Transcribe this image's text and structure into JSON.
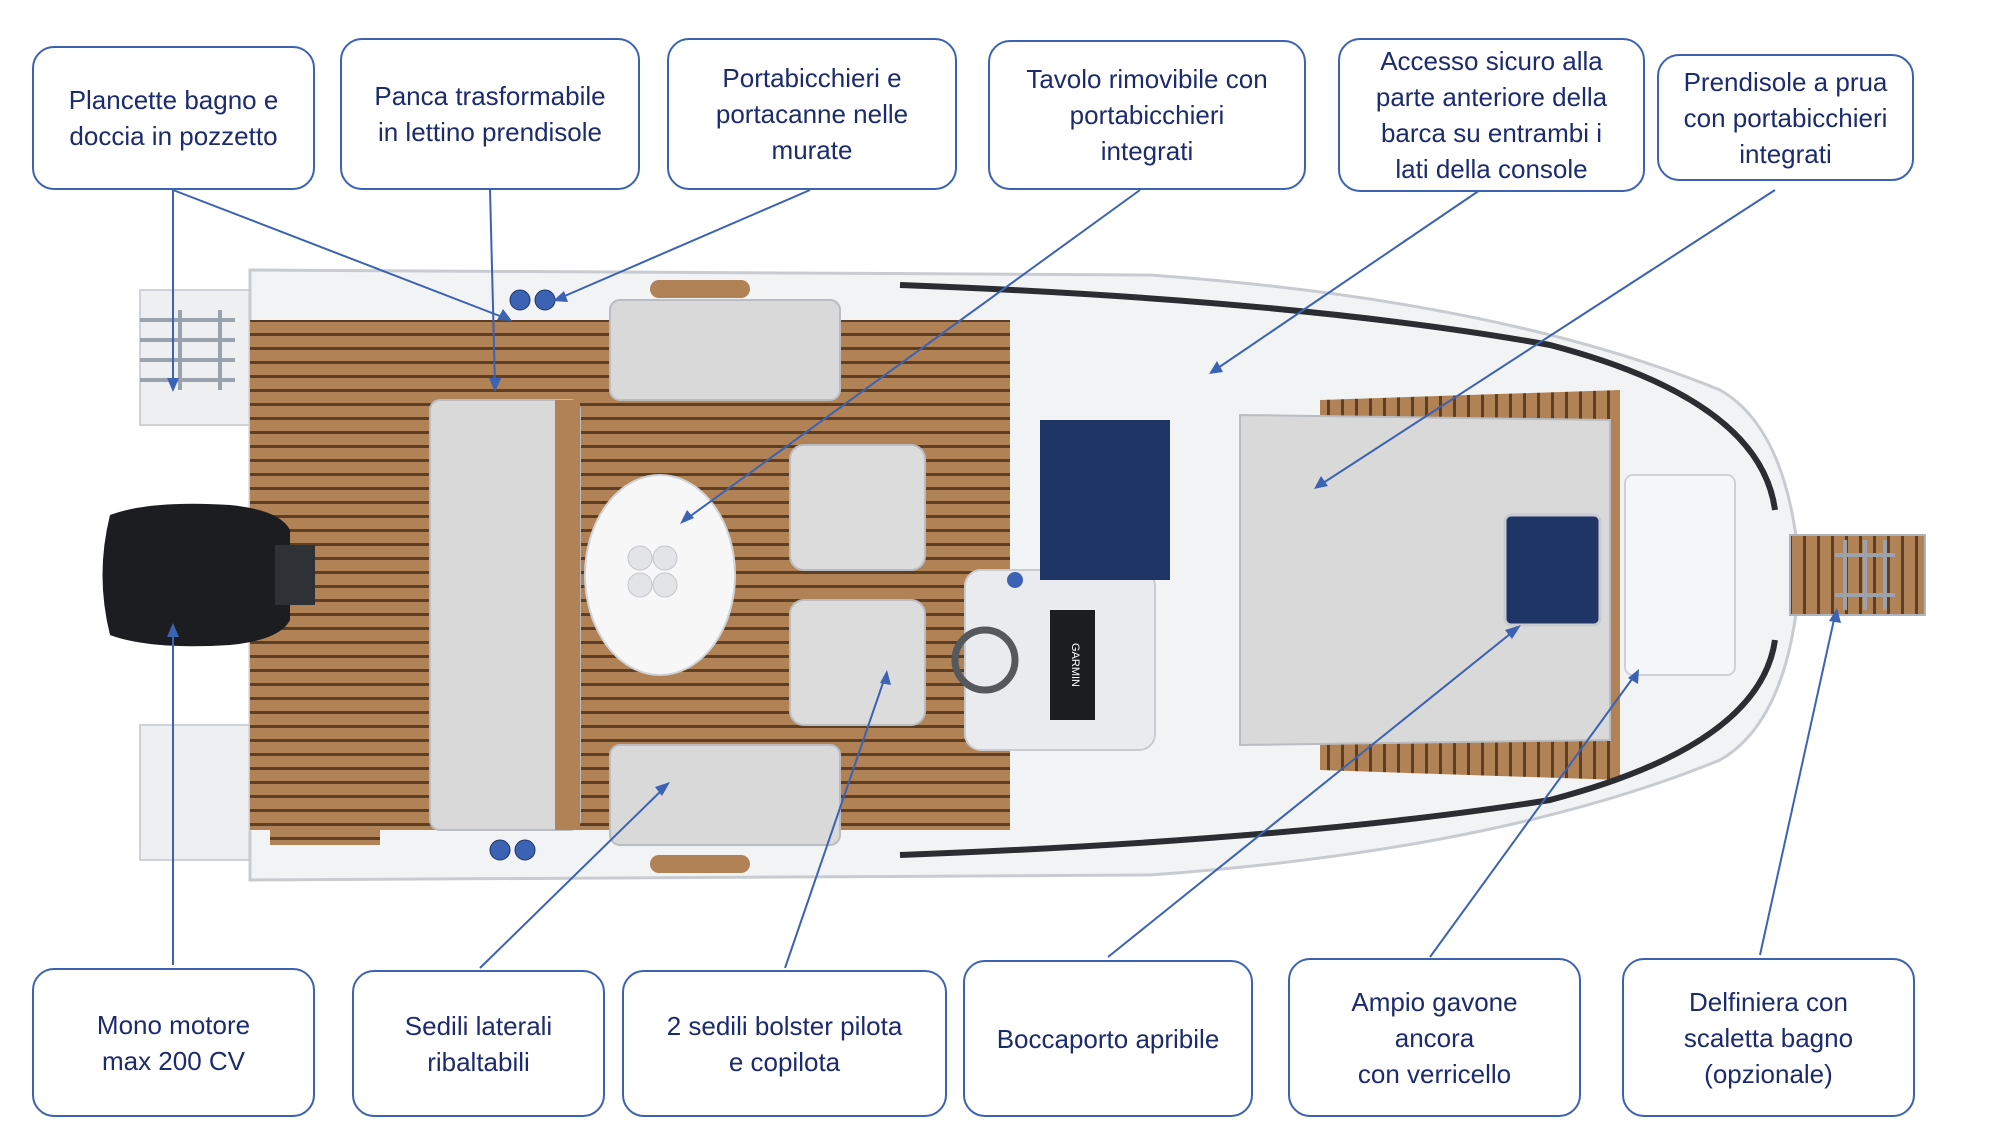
{
  "callouts": {
    "top": [
      "Plancette bagno e\ndoccia in pozzetto",
      "Panca trasformabile\nin lettino prendisole",
      "Portabicchieri e\nportacanne nelle\nmurate",
      "Tavolo rimovibile con\nportabicchieri\nintegrati",
      "Accesso sicuro alla\nparte anteriore della\nbarca su entrambi i\nlati della console",
      "Prendisole a prua\ncon portabicchieri\nintegrati"
    ],
    "bottom": [
      "Mono motore\nmax 200 CV",
      "Sedili laterali\nribaltabili",
      "2 sedili bolster pilota\ne copilota",
      "Boccaporto apribile",
      "Ampio gavone\nancora\ncon verricello",
      "Delfiniera con\nscaletta bagno\n(opzionale)"
    ]
  },
  "console": {
    "brand": "GARMIN"
  },
  "colors": {
    "accent": "#3b62b3",
    "text": "#1c2b6e",
    "teak": "#b08255",
    "teak_line": "#5c3f24",
    "cushion": "#d9d9d9",
    "hull": "#f2f3f4",
    "hatch": "#1f3566",
    "engine": "#1b1d21"
  }
}
